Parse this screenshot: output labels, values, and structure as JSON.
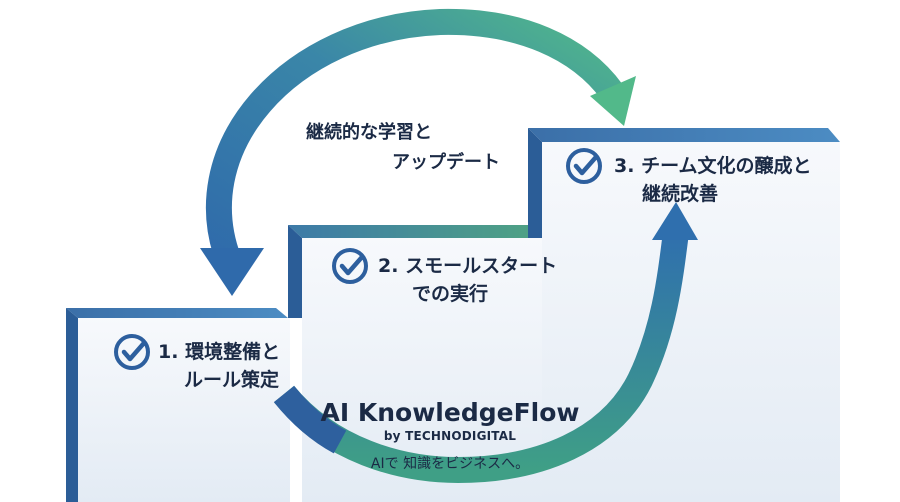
{
  "steps": [
    {
      "number": "1.",
      "line1": "環境整備と",
      "line2": "ルール策定"
    },
    {
      "number": "2.",
      "line1": "スモールスタート",
      "line2": "での実行"
    },
    {
      "number": "3.",
      "line1": "チーム文化の醸成と",
      "line2": "継続改善"
    }
  ],
  "loop_label": {
    "line1": "継続的な学習と",
    "line2": "アップデート"
  },
  "brand": {
    "title": "AI KnowledgeFlow",
    "byline": "by TECHNODIGITAL",
    "tagline": "AIで 知識をビジネスへ。"
  },
  "icons": {
    "step_check": "check-circle-icon",
    "loop_arrow": "curved-arrow-icon",
    "up_arrow": "curved-up-arrow-icon"
  },
  "colors": {
    "step_face": "#3a6ea8",
    "step_side": "#1d4f86",
    "step_top": "#4a86bf",
    "step2_top": "#4b9a7d",
    "arrow_blue": "#2f6fae",
    "arrow_green": "#4fb38a",
    "text": "#1b2a45"
  }
}
